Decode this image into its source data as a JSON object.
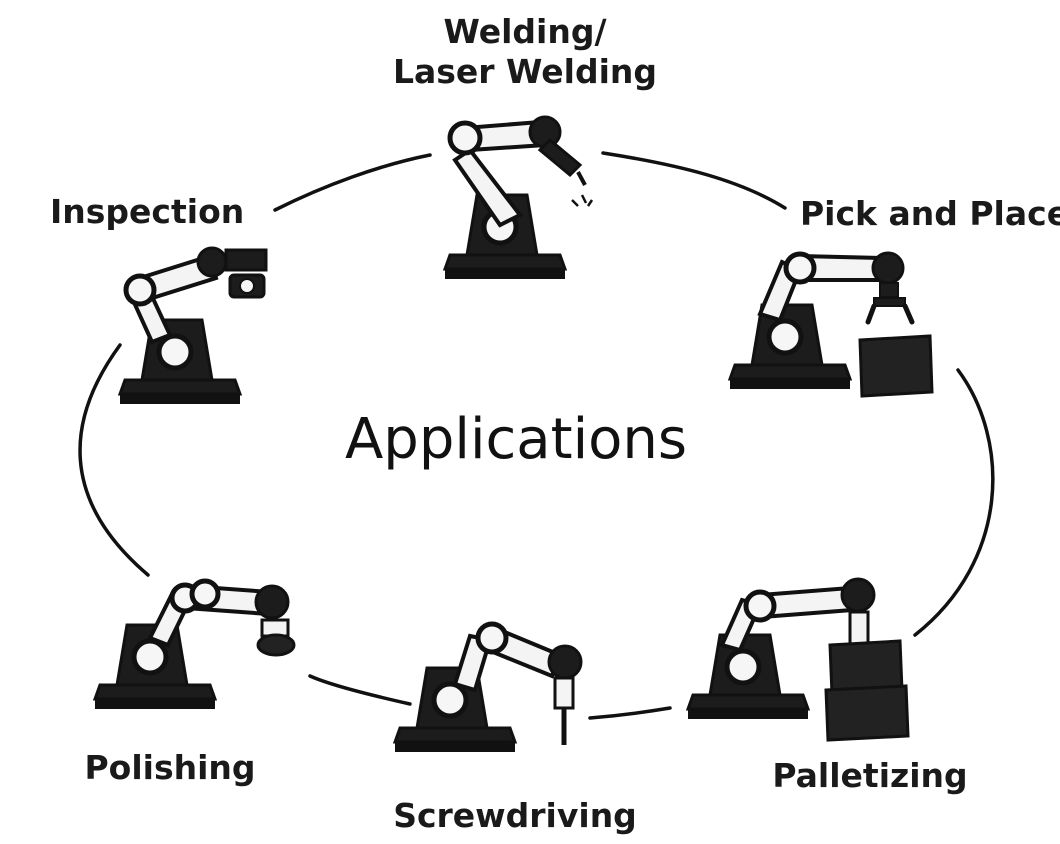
{
  "center": {
    "title": "Applications"
  },
  "applications": [
    {
      "id": "welding",
      "line1": "Welding/",
      "line2": "Laser Welding",
      "icon": "robot-arm-welding-icon"
    },
    {
      "id": "pick-place",
      "line1": "Pick and Place",
      "icon": "robot-arm-gripper-icon"
    },
    {
      "id": "palletizing",
      "line1": "Palletizing",
      "icon": "robot-arm-palletizing-icon"
    },
    {
      "id": "screwdriving",
      "line1": "Screwdriving",
      "icon": "robot-arm-screwdriver-icon"
    },
    {
      "id": "polishing",
      "line1": "Polishing",
      "icon": "robot-arm-polisher-icon"
    },
    {
      "id": "inspection",
      "line1": "Inspection",
      "icon": "robot-arm-camera-icon"
    }
  ],
  "colors": {
    "ink": "#111111",
    "arm": "#f4f4f4",
    "base": "#1c1c1c"
  }
}
